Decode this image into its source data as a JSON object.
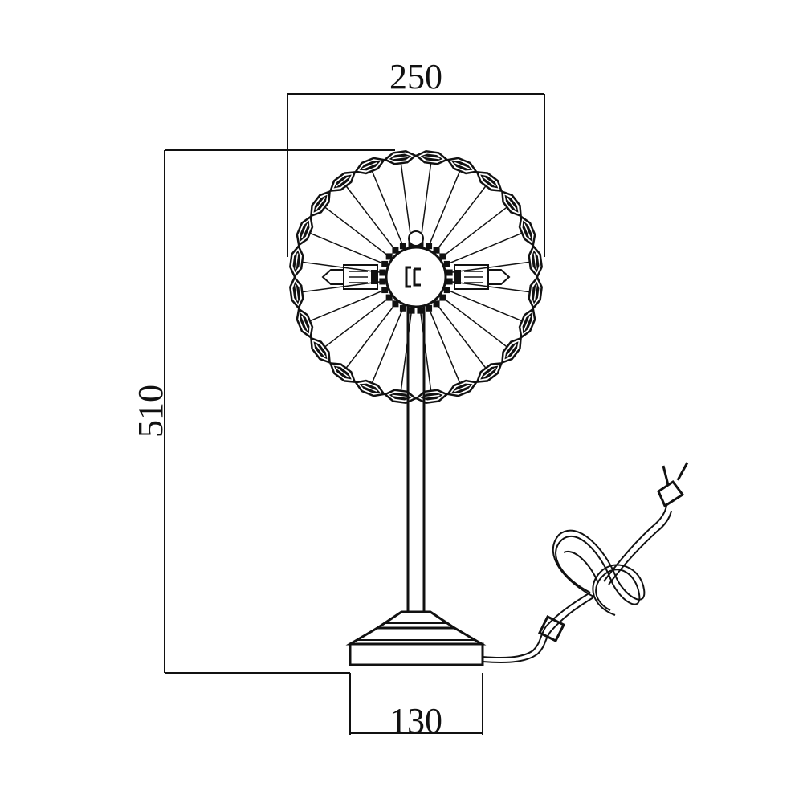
{
  "dimensions": {
    "top_width": "250",
    "height": "510",
    "base_width": "130"
  },
  "colors": {
    "ink": "#111111",
    "background": "#ffffff"
  },
  "lamp": {
    "crystal_count": 24
  }
}
